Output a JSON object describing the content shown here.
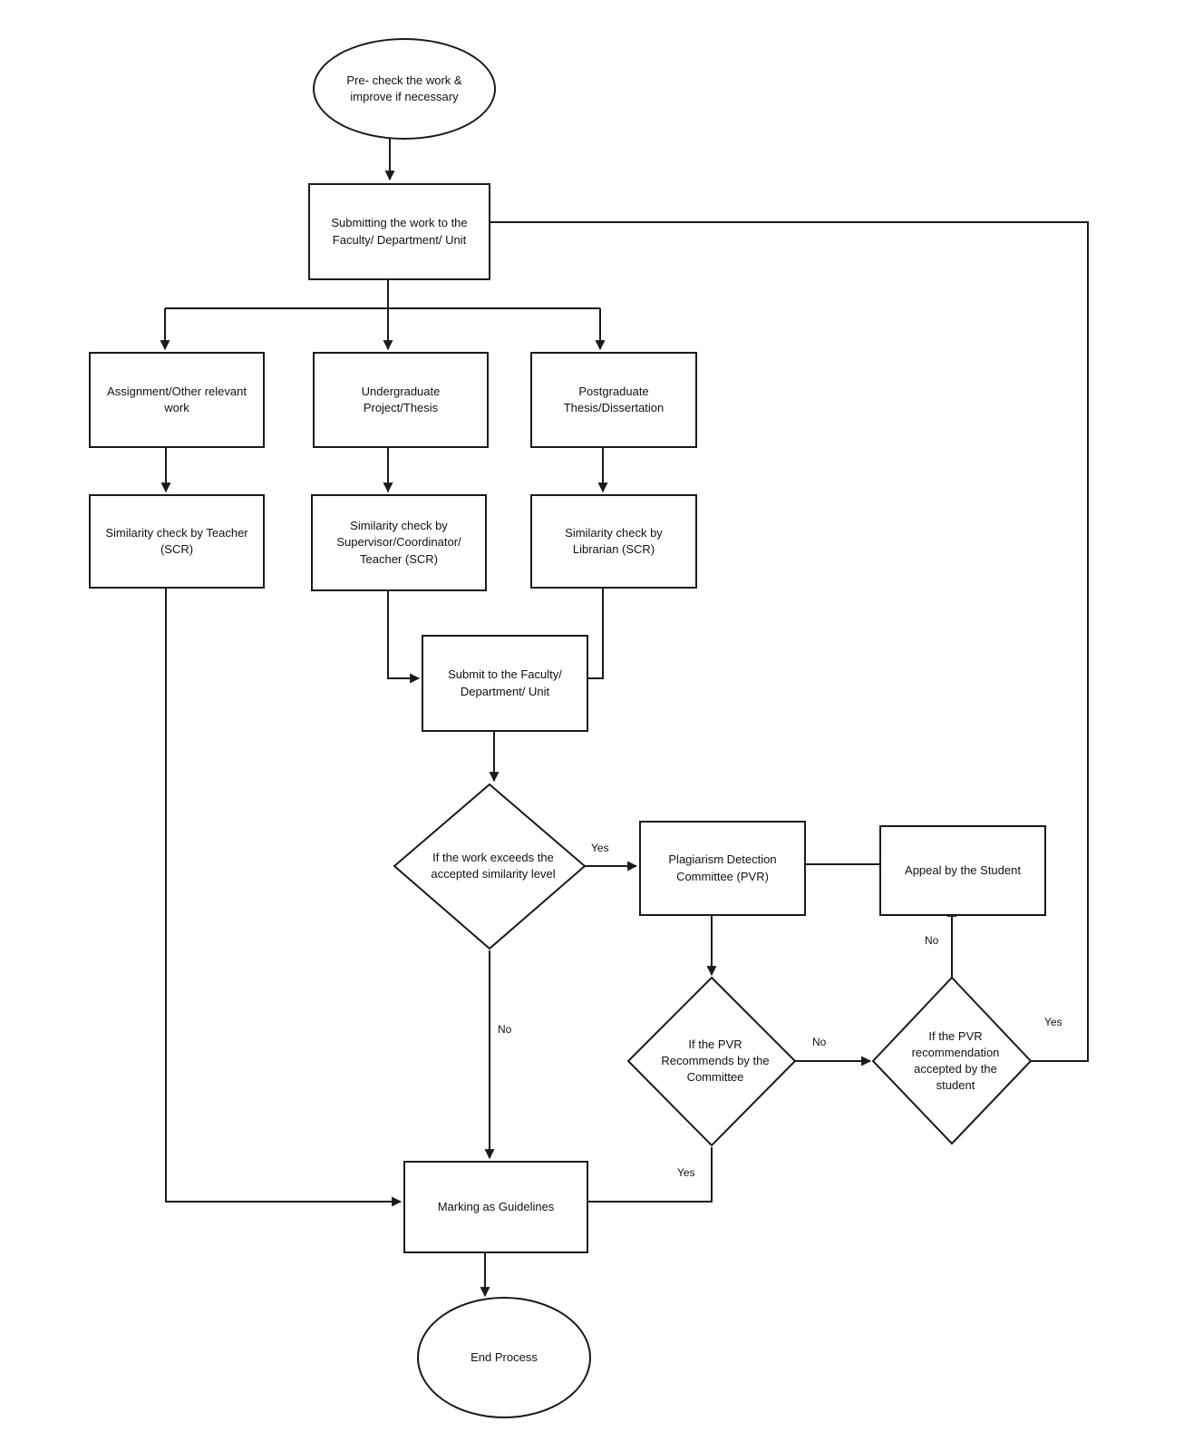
{
  "colors": {
    "line": "#1a1a1a",
    "background": "#ffffff"
  },
  "nodes": {
    "start": "Pre- check the work & improve if necessary",
    "submit_work": "Submitting the work  to the Faculty/ Department/ Unit",
    "assignment": "Assignment/Other relevant work",
    "undergraduate": "Undergraduate Project/Thesis",
    "postgraduate": "Postgraduate Thesis/Dissertation",
    "scr_teacher": "Similarity check by Teacher (SCR)",
    "scr_supervisor": "Similarity check by Supervisor/Coordinator/ Teacher (SCR)",
    "scr_librarian": "Similarity check by Librarian (SCR)",
    "submit_faculty": "Submit to the Faculty/ Department/ Unit",
    "decision_similarity": "If the work exceeds the accepted similarity level",
    "pvr_committee": "Plagiarism Detection Committee (PVR)",
    "decision_pvr_recommends": "If the PVR Recommends by the Committee",
    "decision_pvr_accepted": "If the PVR recommendation accepted by the student",
    "appeal": "Appeal by the Student",
    "marking": "Marking as Guidelines",
    "end": "End Process"
  },
  "edge_labels": {
    "similarity_yes": "Yes",
    "similarity_no": "No",
    "recommends_yes": "Yes",
    "recommends_no": "No",
    "accepted_yes": "Yes",
    "accepted_no": "No"
  }
}
